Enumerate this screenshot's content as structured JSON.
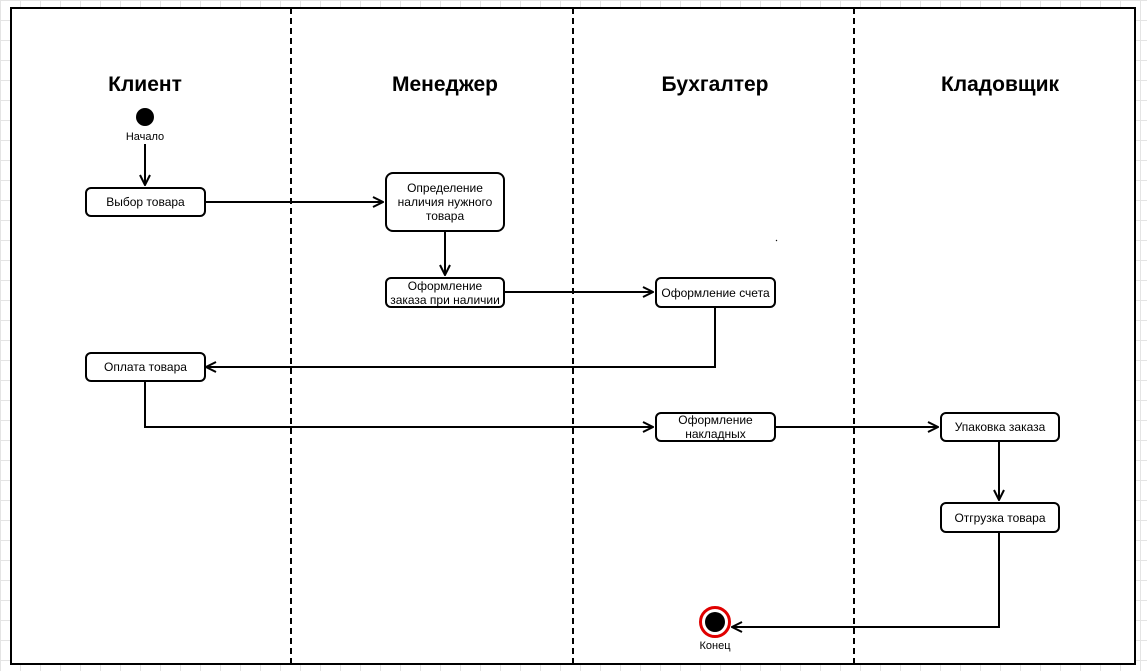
{
  "lanes": [
    "Клиент",
    "Менеджер",
    "Бухгалтер",
    "Кладовщик"
  ],
  "start_label": "Начало",
  "end_label": "Конец",
  "nodes": {
    "choose_product": "Выбор товара",
    "check_availability": "Определение наличия нужного товара",
    "place_order": "Оформление заказа при наличии",
    "make_invoice": "Оформление счета",
    "payment": "Оплата товара",
    "waybills": "Оформление накладных",
    "packing": "Упаковка заказа",
    "shipment": "Отгрузка товара"
  },
  "colors": {
    "end_ring": "#e00000",
    "lines": "#000000"
  }
}
